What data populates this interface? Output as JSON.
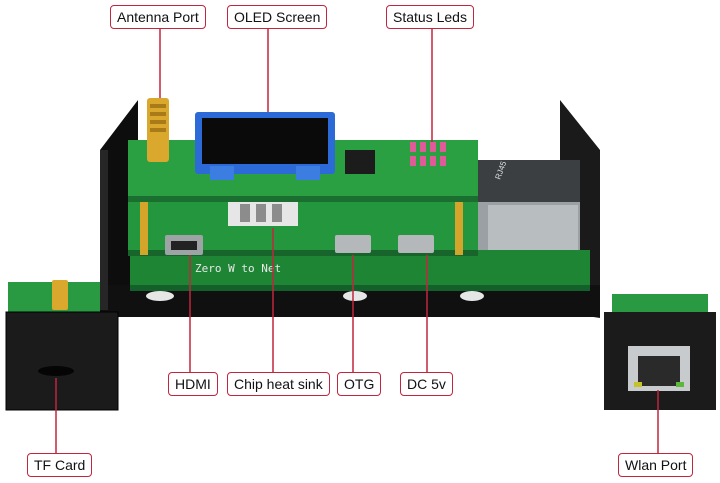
{
  "labels": {
    "antenna_port": "Antenna Port",
    "oled_screen": "OLED Screen",
    "status_leds": "Status Leds",
    "hdmi": "HDMI",
    "chip_heat_sink": "Chip heat sink",
    "otg": "OTG",
    "dc_5v": "DC 5v",
    "tf_card": "TF Card",
    "wlan_port": "Wlan Port"
  },
  "board": {
    "silkscreen": "Zero W to Net"
  },
  "colors": {
    "callout": "#c0263e",
    "pcb": "#1f8f3a",
    "case": "#141414"
  }
}
